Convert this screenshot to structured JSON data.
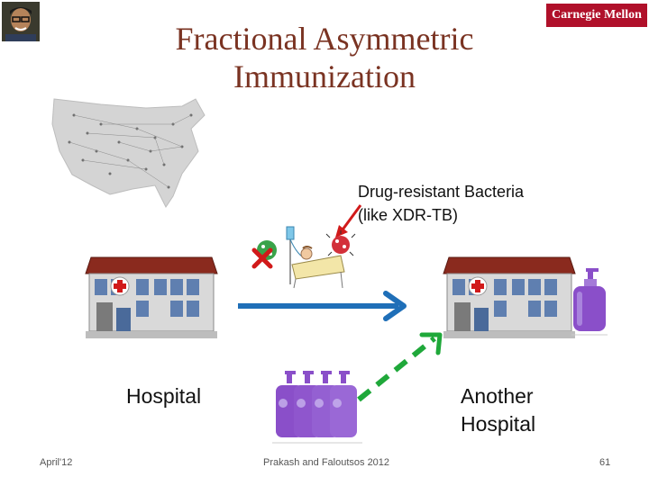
{
  "slide": {
    "title_line1": "Fractional Asymmetric",
    "title_line2": "Immunization",
    "logo_text": "Carnegie Mellon",
    "bacteria_line1": "Drug-resistant Bacteria",
    "bacteria_line2": "(like XDR-TB)",
    "hospital_label": "Hospital",
    "another_line1": "Another",
    "another_line2": "Hospital"
  },
  "footer": {
    "date": "April'12",
    "credit": "Prakash and Faloutsos 2012",
    "page": "61"
  },
  "colors": {
    "title": "#7a3322",
    "logo_bg": "#b0102a",
    "blue_arrow": "#1f6fb8",
    "green_arrow": "#1fa83a",
    "red_x": "#d11a1a",
    "roof": "#8a2a1e",
    "soap": "#8a4fc9"
  }
}
